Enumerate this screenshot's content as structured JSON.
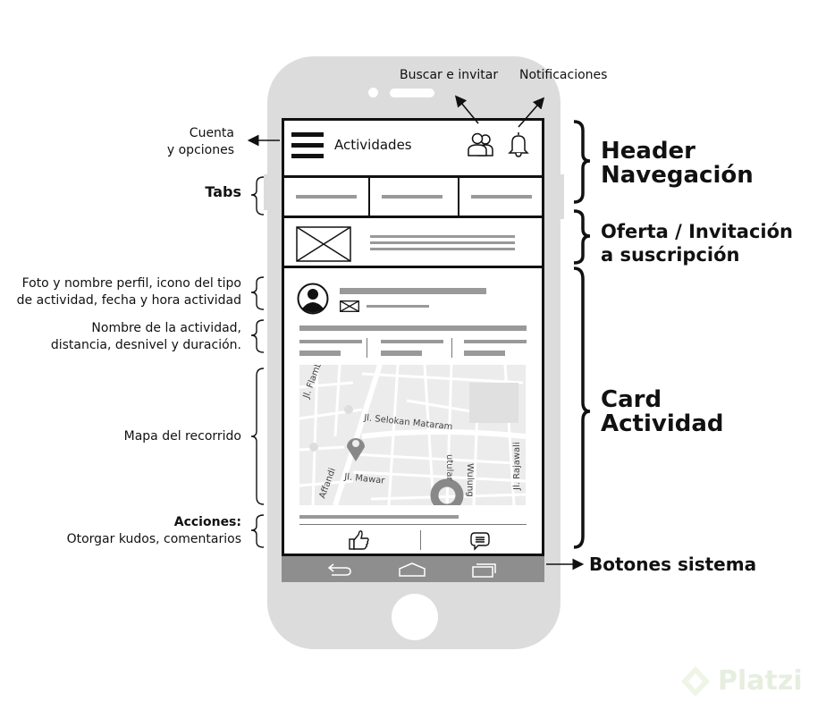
{
  "phone": {
    "header": {
      "title": "Actividades",
      "menu_icon": "hamburger-icon",
      "invite_icon": "people-icon",
      "notification_icon": "bell-icon"
    },
    "tabs_count": 3,
    "offer": {
      "image_icon": "image-placeholder-icon"
    },
    "card": {
      "avatar_icon": "user-avatar-icon",
      "activity_type_icon": "envelope-icon",
      "map": {
        "streets": [
          "Jl. Flamb",
          "Jl. Selokan Mataram",
          "Jl. Mawar",
          "Affandi",
          "Jl. Rajawali",
          "Wulung",
          "utular"
        ],
        "marker_icon": "map-pin-icon"
      },
      "actions": {
        "kudos_icon": "thumbs-up-icon",
        "comment_icon": "comment-icon"
      }
    },
    "system_buttons": {
      "back_icon": "back-icon",
      "home_icon": "home-icon",
      "recents_icon": "recents-icon"
    }
  },
  "annotations": {
    "search_invite": "Buscar e invitar",
    "notifications": "Notificaciones",
    "account_line1": "Cuenta",
    "account_line2": "y opciones",
    "tabs": "Tabs",
    "profile_line1": "Foto y nombre perfil, icono del tipo",
    "profile_line2": "de actividad, fecha y hora actividad",
    "activity_line1": "Nombre de la actividad,",
    "activity_line2": "distancia, desnivel y duración.",
    "map": "Mapa del recorrido",
    "actions_title": "Acciones:",
    "actions_desc": "Otorgar kudos, comentarios",
    "header_line1": "Header",
    "header_line2": "Navegación",
    "offer_line1": "Oferta / Invitación",
    "offer_line2": "a suscripción",
    "card_line1": "Card",
    "card_line2": "Actividad",
    "system": "Botones sistema"
  },
  "watermark": "Platzi",
  "colors": {
    "phone": "#dcdcdd",
    "placeholder_bar": "#999999",
    "navbar": "#8e8e8e",
    "outline": "#111111"
  }
}
